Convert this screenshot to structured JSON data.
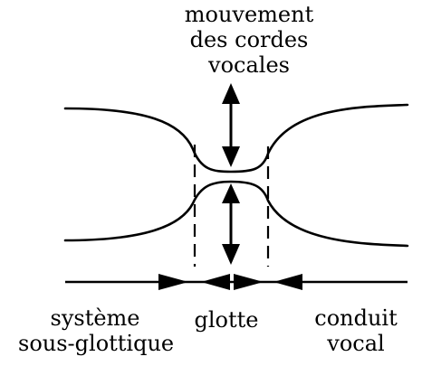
{
  "title_lines": [
    "mouvement",
    "des cordes",
    "vocales"
  ],
  "label_left_lines": [
    "système",
    "sous-glottique"
  ],
  "label_center": "glotte",
  "label_right_lines": [
    "conduit",
    "vocal"
  ],
  "colors": {
    "ink": "#000000",
    "background": "#ffffff"
  }
}
